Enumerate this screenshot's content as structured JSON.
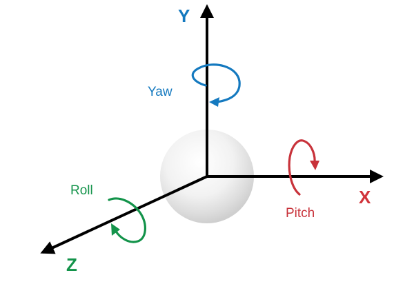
{
  "axes": {
    "x": {
      "label": "X",
      "color": "#d1343b"
    },
    "y": {
      "label": "Y",
      "color": "#1479bf"
    },
    "z": {
      "label": "Z",
      "color": "#13934a"
    }
  },
  "rotations": {
    "pitch": {
      "label": "Pitch",
      "color": "#c8323a"
    },
    "yaw": {
      "label": "Yaw",
      "color": "#1479bf"
    },
    "roll": {
      "label": "Roll",
      "color": "#13934a"
    }
  },
  "axis_color": "#000000"
}
